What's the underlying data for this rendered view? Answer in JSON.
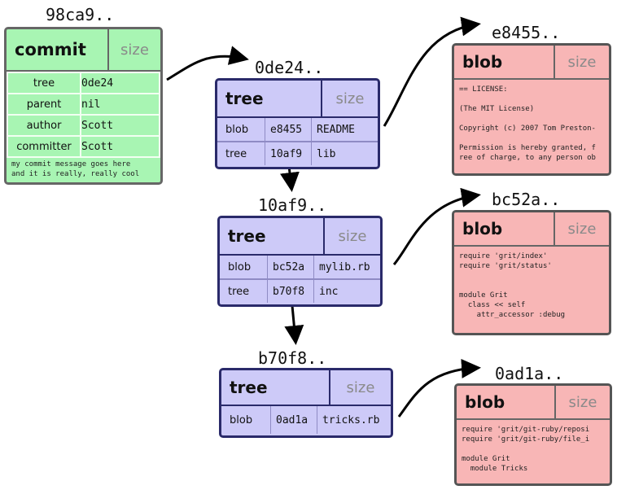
{
  "commit": {
    "hash": "98ca9..",
    "type": "commit",
    "size": "size",
    "fields": [
      {
        "key": "tree",
        "value": "0de24"
      },
      {
        "key": "parent",
        "value": "nil"
      },
      {
        "key": "author",
        "value": "Scott"
      },
      {
        "key": "committer",
        "value": "Scott"
      }
    ],
    "message": [
      "my commit message goes here",
      "and it is really, really cool"
    ]
  },
  "trees": [
    {
      "hash": "0de24..",
      "type": "tree",
      "size": "size",
      "entries": [
        {
          "kind": "blob",
          "sha": "e8455",
          "name": "README"
        },
        {
          "kind": "tree",
          "sha": "10af9",
          "name": "lib"
        }
      ]
    },
    {
      "hash": "10af9..",
      "type": "tree",
      "size": "size",
      "entries": [
        {
          "kind": "blob",
          "sha": "bc52a",
          "name": "mylib.rb"
        },
        {
          "kind": "tree",
          "sha": "b70f8",
          "name": "inc"
        }
      ]
    },
    {
      "hash": "b70f8..",
      "type": "tree",
      "size": "size",
      "entries": [
        {
          "kind": "blob",
          "sha": "0ad1a",
          "name": "tricks.rb"
        }
      ]
    }
  ],
  "blobs": [
    {
      "hash": "e8455..",
      "type": "blob",
      "size": "size",
      "content": "== LICENSE:\n\n(The MIT License)\n\nCopyright (c) 2007 Tom Preston-\n\nPermission is hereby granted, f\nree of charge, to any person ob"
    },
    {
      "hash": "bc52a..",
      "type": "blob",
      "size": "size",
      "content": "require 'grit/index'\nrequire 'grit/status'\n\n\nmodule Grit\n  class << self\n    attr_accessor :debug"
    },
    {
      "hash": "0ad1a..",
      "type": "blob",
      "size": "size",
      "content": "require 'grit/git-ruby/reposi\nrequire 'grit/git-ruby/file_i\n\nmodule Grit\n  module Tricks"
    }
  ]
}
